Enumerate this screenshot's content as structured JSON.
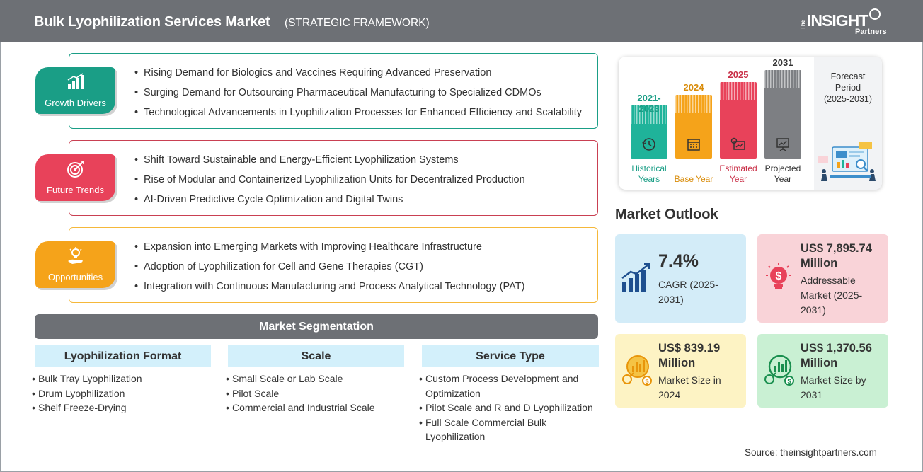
{
  "header": {
    "title": "Bulk Lyophilization Services Market",
    "subtitle": "(STRATEGIC FRAMEWORK)",
    "logo": {
      "the": "The",
      "insight": "INSIGHT",
      "partners": "Partners"
    }
  },
  "framework": [
    {
      "label": "Growth Drivers",
      "icon": "bar-growth-icon",
      "color": "#1a9e86",
      "border": "#1a9e86",
      "items": [
        "Rising Demand for Biologics and Vaccines Requiring Advanced Preservation",
        "Surging Demand for Outsourcing Pharmaceutical Manufacturing to Specialized CDMOs",
        "Technological Advancements in Lyophilization Processes for Enhanced Efficiency and Scalability"
      ]
    },
    {
      "label": "Future Trends",
      "icon": "target-icon",
      "color": "#e8425a",
      "border": "#c94052",
      "items": [
        "Shift Toward Sustainable and Energy-Efficient Lyophilization Systems",
        "Rise of Modular and Containerized Lyophilization Units for Decentralized Production",
        "AI-Driven Predictive Cycle Optimization and Digital Twins"
      ]
    },
    {
      "label": "Opportunities",
      "icon": "lightbulb-hand-icon",
      "color": "#f5a31a",
      "border": "#f5b83a",
      "items": [
        "Expansion into Emerging Markets with Improving Healthcare Infrastructure",
        "Adoption of Lyophilization for Cell and Gene Therapies (CGT)",
        "Integration with Continuous Manufacturing and Process Analytical Technology (PAT)"
      ]
    }
  ],
  "segmentation": {
    "title": "Market Segmentation",
    "columns": [
      {
        "heading": "Lyophilization Format",
        "items": [
          "Bulk Tray Lyophilization",
          "Drum Lyophilization",
          "Shelf Freeze-Drying"
        ]
      },
      {
        "heading": "Scale",
        "items": [
          "Small Scale or Lab Scale",
          "Pilot Scale",
          "Commercial and Industrial Scale"
        ]
      },
      {
        "heading": "Service Type",
        "items": [
          "Custom Process Development and Optimization",
          "Pilot Scale and R and D Lyophilization",
          "Full Scale Commercial Bulk Lyophilization"
        ]
      }
    ]
  },
  "timeline": {
    "bars": [
      {
        "year": "2021-2023",
        "caption": "Historical Years",
        "color": "#1fb39a",
        "text_color": "#1a9e86",
        "icon": "history-icon",
        "level": 0.6
      },
      {
        "year": "2024",
        "caption": "Base Year",
        "color": "#f5a31a",
        "text_color": "#d98c0a",
        "icon": "calendar-icon",
        "level": 0.72
      },
      {
        "year": "2025",
        "caption": "Estimated Year",
        "color": "#e8425a",
        "text_color": "#c92f47",
        "icon": "gear-chart-icon",
        "level": 0.86
      },
      {
        "year": "2031",
        "caption": "Projected Year",
        "color": "#7d7f83",
        "text_color": "#333333",
        "icon": "presentation-icon",
        "level": 1.0
      }
    ],
    "forecast": {
      "line1": "Forecast",
      "line2": "Period",
      "line3": "(2025-2031)"
    }
  },
  "outlook": {
    "title": "Market Outlook",
    "stats": [
      {
        "value": "7.4%",
        "desc": "CAGR (2025-2031)",
        "bg": "#d3ecf8",
        "icon": "growth-chart-icon"
      },
      {
        "value": "US$ 7,895.74 Million",
        "desc": "Addressable Market (2025-2031)",
        "bg": "#f9d3d8",
        "icon": "dollar-bulb-icon"
      },
      {
        "value": "US$ 839.19 Million",
        "desc": "Market Size in 2024",
        "bg": "#fdf3c4",
        "icon": "coins-chart-icon"
      },
      {
        "value": "US$ 1,370.56 Million",
        "desc": "Market Size by 2031",
        "bg": "#c9f0d3",
        "icon": "money-chart-icon"
      }
    ]
  },
  "source": "Source: theinsightpartners.com"
}
